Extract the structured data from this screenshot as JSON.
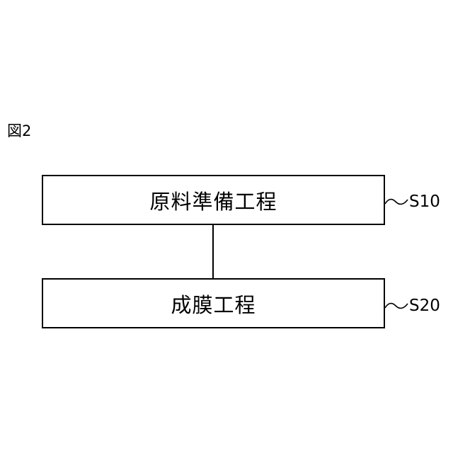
{
  "figure": {
    "label": "図2"
  },
  "steps": [
    {
      "text": "原料準備工程",
      "ref": "S10"
    },
    {
      "text": "成膜工程",
      "ref": "S20"
    }
  ]
}
